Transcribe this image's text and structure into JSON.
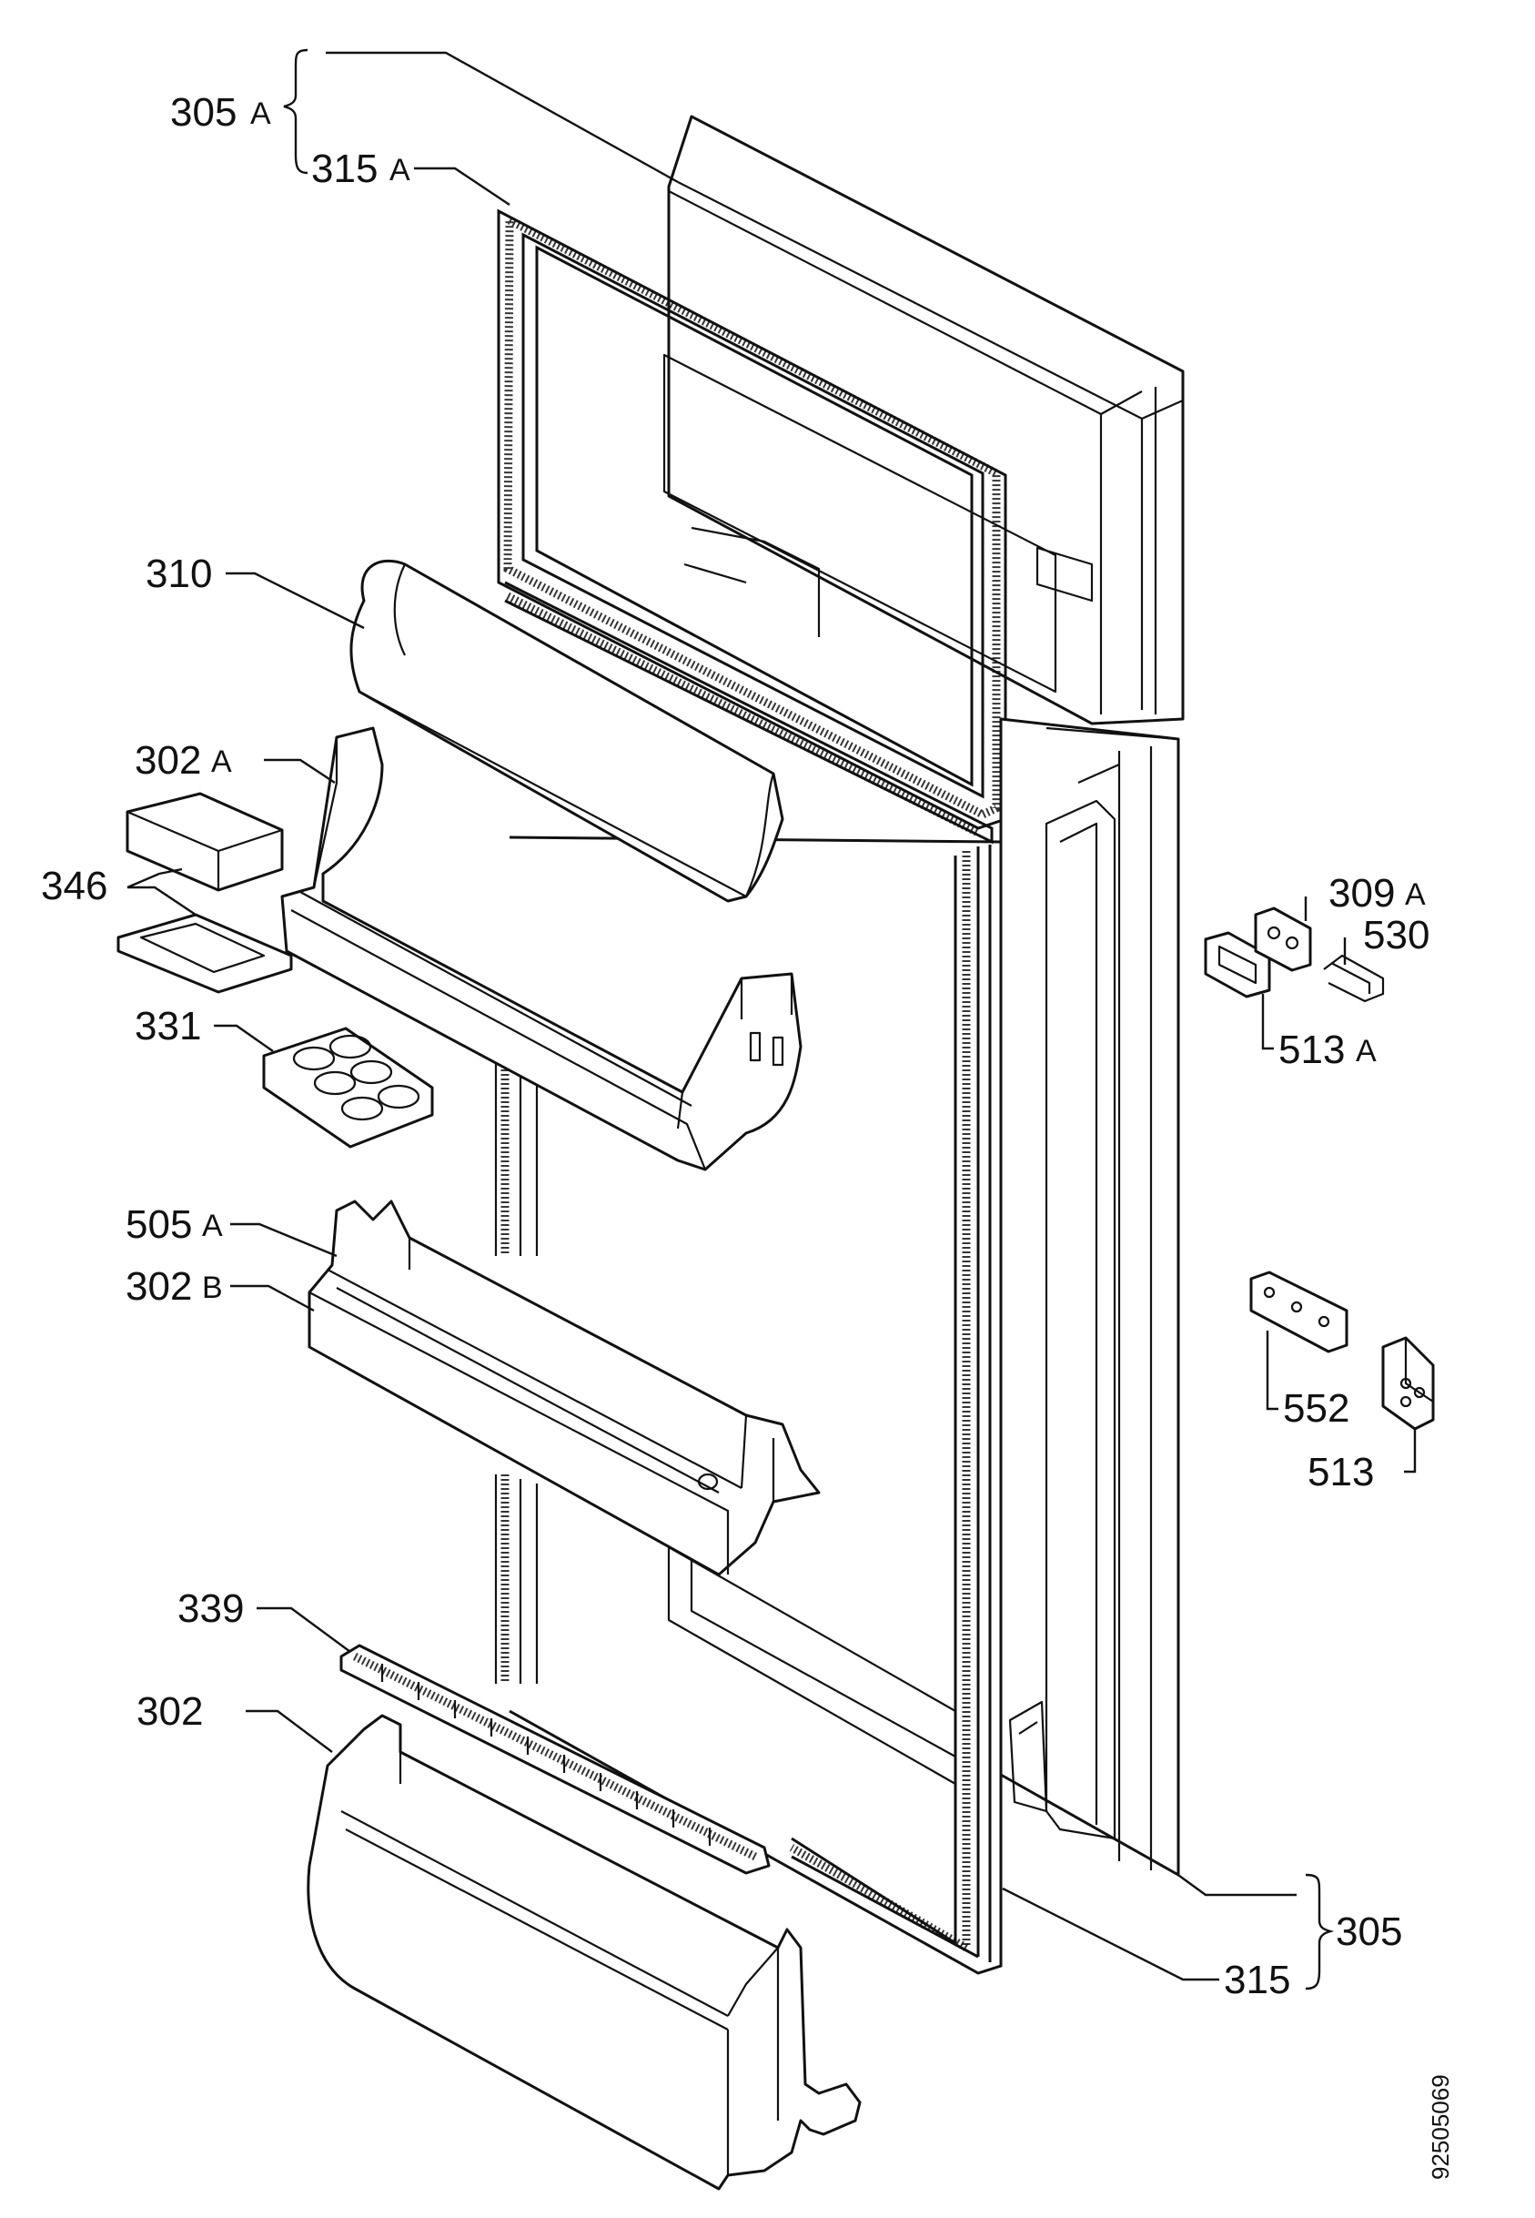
{
  "diagram": {
    "labels": {
      "l305a": "305",
      "l305a_suffix": "A",
      "l315a": "315",
      "l315a_suffix": "A",
      "l310": "310",
      "l302a": "302",
      "l302a_suffix": "A",
      "l346": "346",
      "l331": "331",
      "l505a": "505",
      "l505a_suffix": "A",
      "l302b": "302",
      "l302b_suffix": "B",
      "l339": "339",
      "l302": "302",
      "l309a": "309",
      "l309a_suffix": "A",
      "l530": "530",
      "l513a": "513",
      "l513a_suffix": "A",
      "l552": "552",
      "l513": "513",
      "l305": "305",
      "l315": "315"
    },
    "drawing_code": "92505069"
  }
}
